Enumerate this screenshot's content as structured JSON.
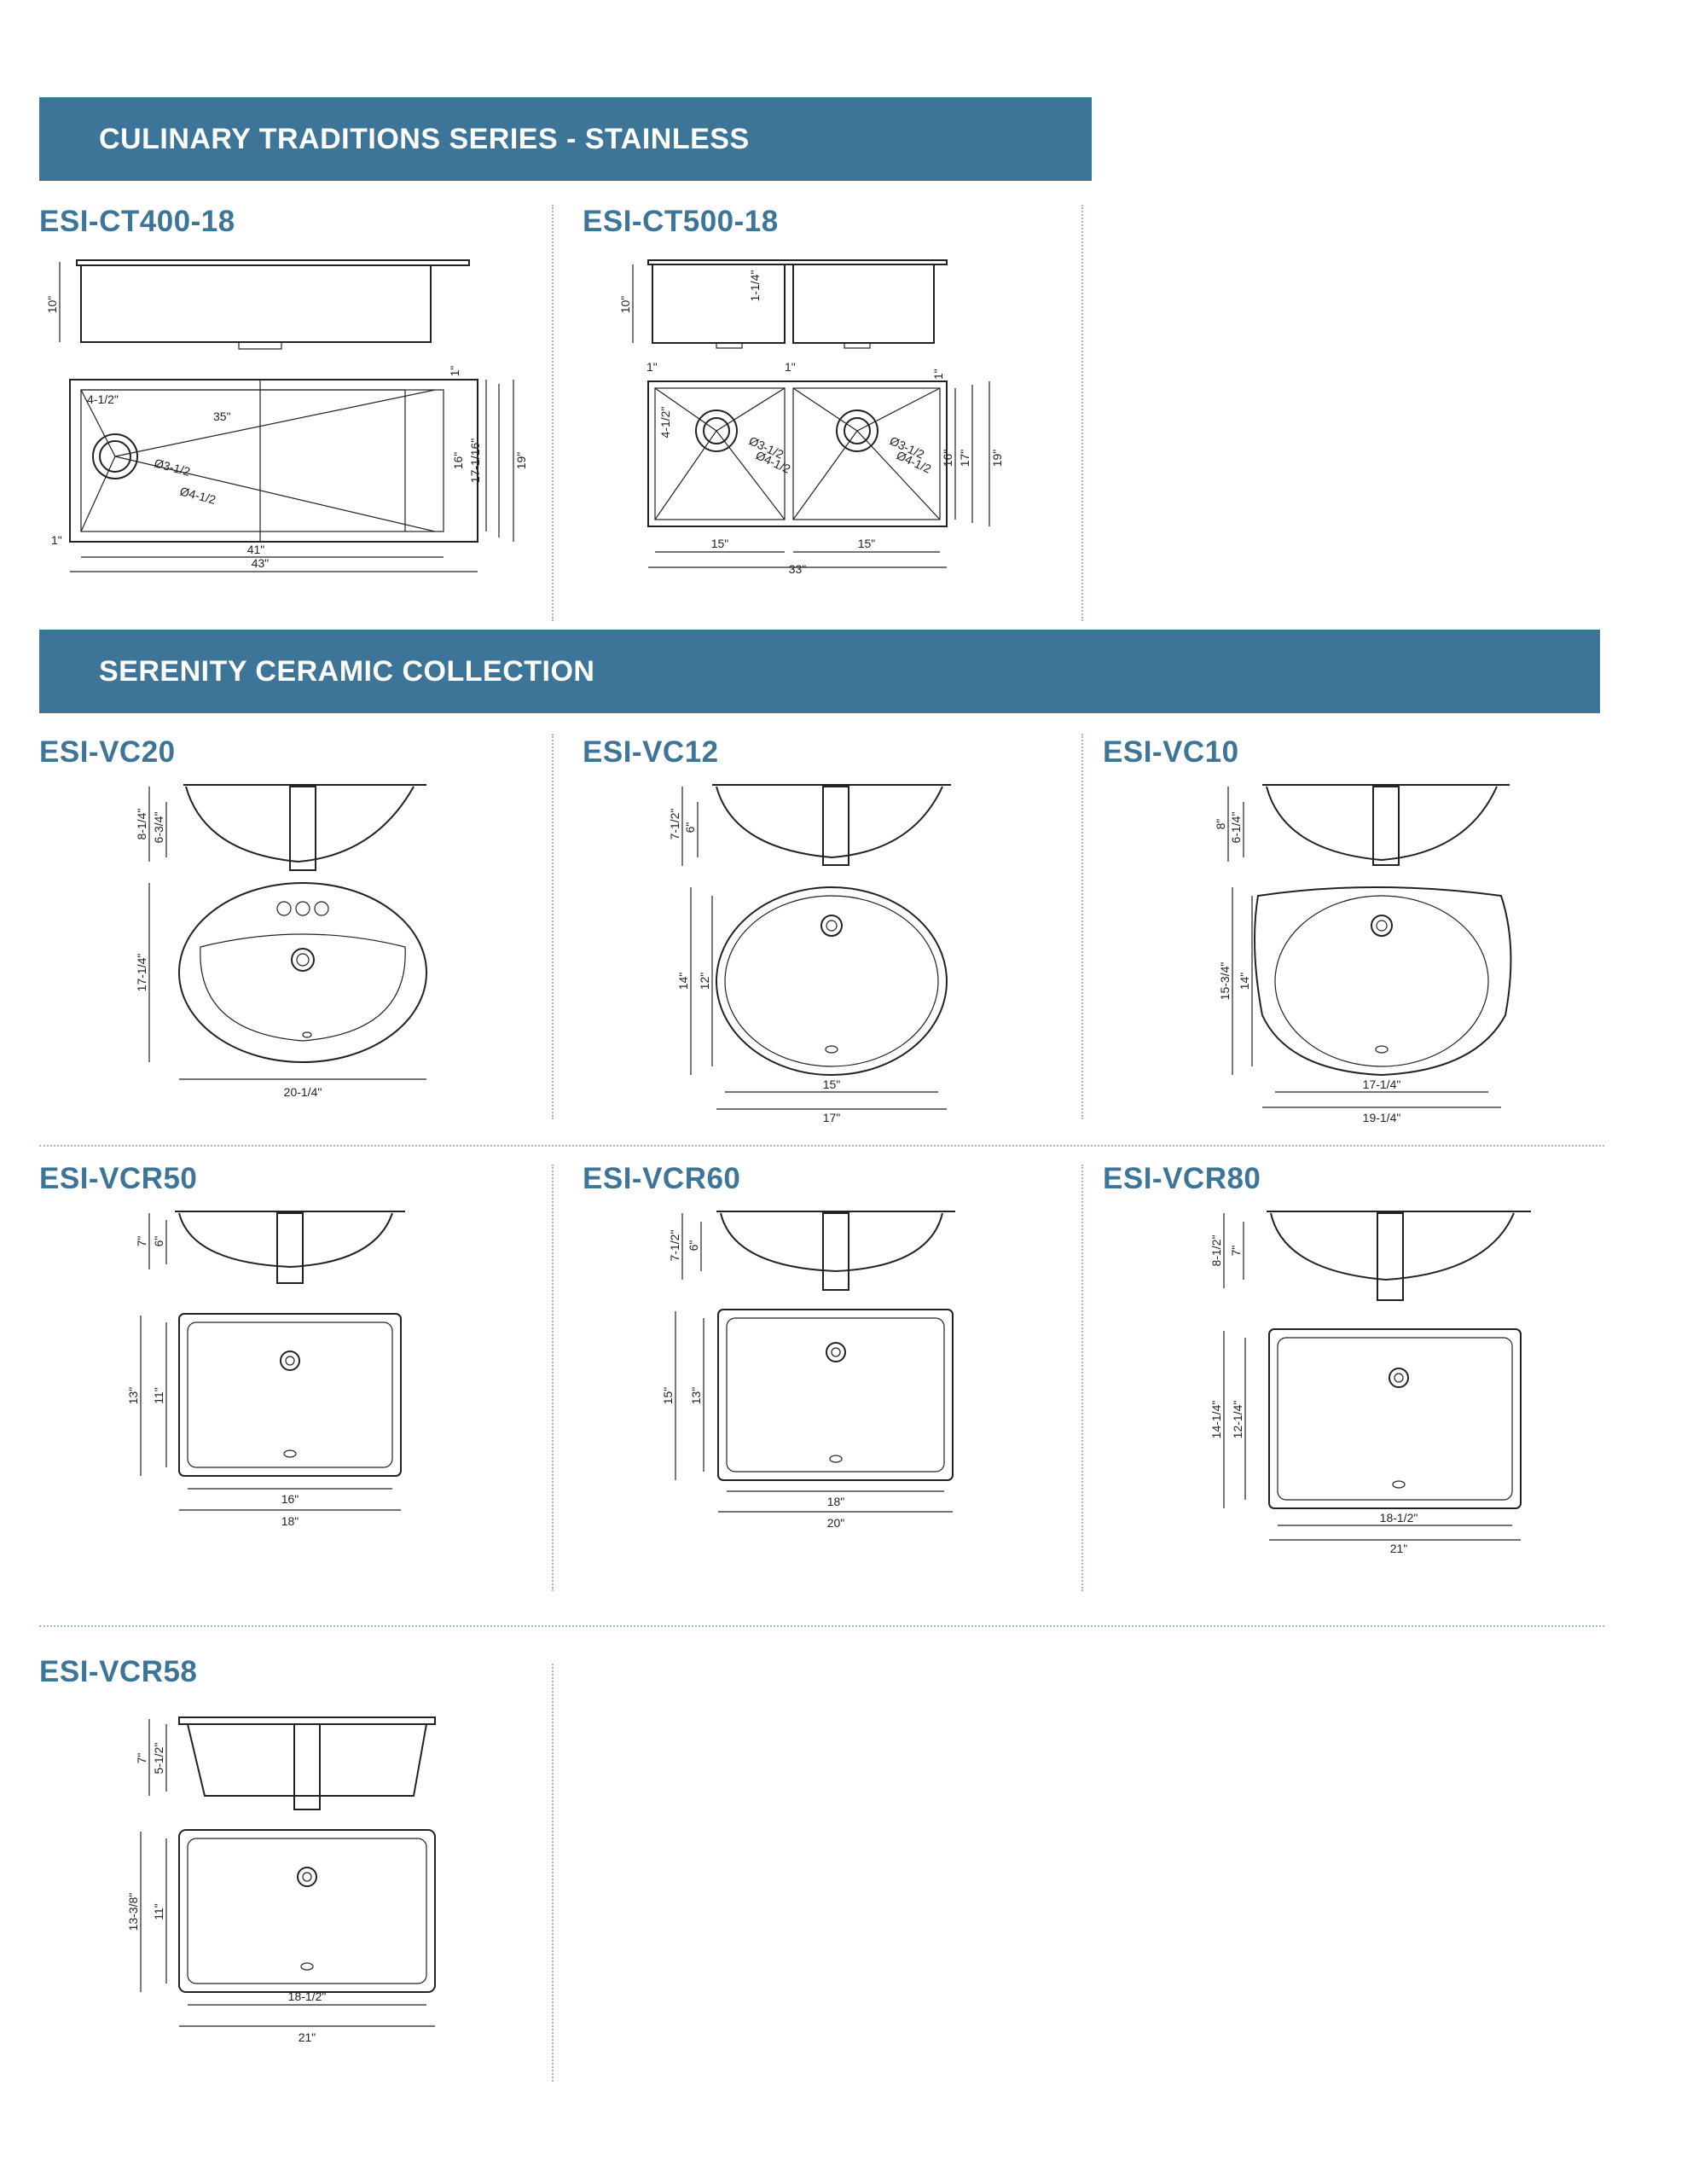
{
  "sections": [
    {
      "title": "CULINARY TRADITIONS SERIES - STAINLESS"
    },
    {
      "title": "SERENITY CERAMIC COLLECTION"
    }
  ],
  "colors": {
    "brand": "#3d7599",
    "text": "#222222",
    "divider": "#9fb8c8"
  },
  "products": {
    "ct400": {
      "model": "ESI-CT400-18",
      "dims": {
        "height": "10\"",
        "corner_radius": "4-1/2\"",
        "diag": "35\"",
        "d1": "Ø3-1/2",
        "d2": "Ø4-1/2",
        "top": "1\"",
        "left": "1\"",
        "in_depth": "16\"",
        "mid_depth": "17-1/16\"",
        "out_depth": "19\"",
        "in_width": "41\"",
        "out_width": "43\""
      }
    },
    "ct500": {
      "model": "ESI-CT500-18",
      "dims": {
        "height": "10\"",
        "divider": "1-1/4\"",
        "left_margin": "1\"",
        "mid_margin": "1\"",
        "right_margin": "1\"",
        "radius": "4-1/2\"",
        "d1a": "Ø3-1/2",
        "d2a": "Ø4-1/2",
        "d1b": "Ø3-1/2",
        "d2b": "Ø4-1/2",
        "in_depth": "16\"",
        "mid_depth": "17\"",
        "out_depth": "19\"",
        "bowl1": "15\"",
        "bowl2": "15\"",
        "total": "33\""
      }
    },
    "vc20": {
      "model": "ESI-VC20",
      "dims": {
        "h_out": "8-1/4\"",
        "h_in": "6-3/4\"",
        "depth": "17-1/4\"",
        "width": "20-1/4\""
      }
    },
    "vc12": {
      "model": "ESI-VC12",
      "dims": {
        "h_out": "7-1/2\"",
        "h_in": "6\"",
        "d_out": "14\"",
        "d_in": "12\"",
        "w_in": "15\"",
        "w_out": "17\""
      }
    },
    "vc10": {
      "model": "ESI-VC10",
      "dims": {
        "h_out": "8\"",
        "h_in": "6-1/4\"",
        "d_out": "15-3/4\"",
        "d_in": "14\"",
        "w_in": "17-1/4\"",
        "w_out": "19-1/4\""
      }
    },
    "vcr50": {
      "model": "ESI-VCR50",
      "dims": {
        "h_out": "7\"",
        "h_in": "6\"",
        "d_out": "13\"",
        "d_in": "11\"",
        "w_in": "16\"",
        "w_out": "18\""
      }
    },
    "vcr60": {
      "model": "ESI-VCR60",
      "dims": {
        "h_out": "7-1/2\"",
        "h_in": "6\"",
        "d_out": "15\"",
        "d_in": "13\"",
        "w_in": "18\"",
        "w_out": "20\""
      }
    },
    "vcr80": {
      "model": "ESI-VCR80",
      "dims": {
        "h_out": "8-1/2\"",
        "h_in": "7\"",
        "d_out": "14-1/4\"",
        "d_in": "12-1/4\"",
        "w_in": "18-1/2\"",
        "w_out": "21\""
      }
    },
    "vcr58": {
      "model": "ESI-VCR58",
      "dims": {
        "h_out": "7\"",
        "h_in": "5-1/2\"",
        "d_out": "13-3/8\"",
        "d_in": "11\"",
        "w_in": "18-1/2\"",
        "w_out": "21\""
      }
    }
  }
}
